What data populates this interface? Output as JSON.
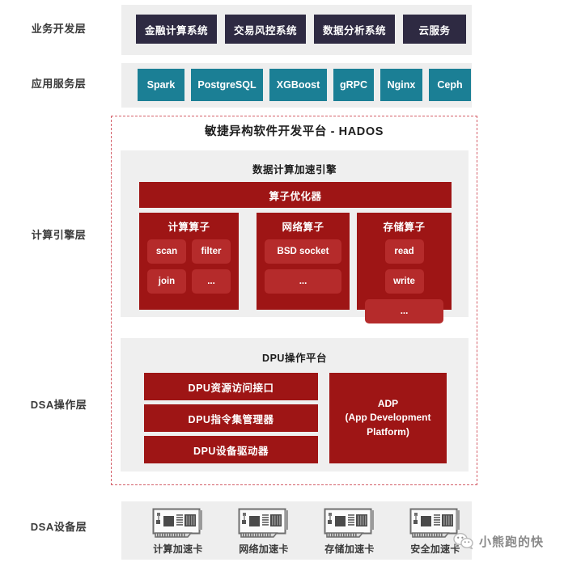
{
  "diagram": {
    "title": "敏捷异构软件开发平台 - HADOS",
    "colors": {
      "business_box": "#2e2a42",
      "app_box": "#1b7f95",
      "red_dark": "#9e1515",
      "red_chip": "#b52b2b",
      "band_grey": "#eeeeee",
      "panel_grey": "#efefef",
      "dashed_border": "#d4606a"
    },
    "layers": [
      {
        "label": "业务开发层"
      },
      {
        "label": "应用服务层"
      },
      {
        "label": "计算引擎层"
      },
      {
        "label": "DSA操作层"
      },
      {
        "label": "DSA设备层"
      }
    ],
    "business_layer": {
      "items": [
        {
          "label": "金融计算系统"
        },
        {
          "label": "交易风控系统"
        },
        {
          "label": "数据分析系统"
        },
        {
          "label": "云服务"
        }
      ]
    },
    "app_layer": {
      "items": [
        {
          "label": "Spark"
        },
        {
          "label": "PostgreSQL"
        },
        {
          "label": "XGBoost"
        },
        {
          "label": "gRPC"
        },
        {
          "label": "Nginx"
        },
        {
          "label": "Ceph"
        }
      ]
    },
    "engine_panel": {
      "title": "数据计算加速引擎",
      "optimizer_bar": "算子优化器",
      "operator_groups": [
        {
          "title": "计算算子",
          "chips": [
            "scan",
            "filter",
            "join",
            "..."
          ]
        },
        {
          "title": "网络算子",
          "chips": [
            "BSD socket",
            "..."
          ]
        },
        {
          "title": "存储算子",
          "chips": [
            "read",
            "write",
            "..."
          ]
        }
      ]
    },
    "dpu_panel": {
      "title": "DPU操作平台",
      "bars": [
        "DPU资源访问接口",
        "DPU指令集管理器",
        "DPU设备驱动器"
      ],
      "adp": {
        "line1": "ADP",
        "line2": "(App Development",
        "line3": "Platform)"
      }
    },
    "device_layer": {
      "items": [
        {
          "label": "计算加速卡",
          "icon": "accelerator-card-icon"
        },
        {
          "label": "网络加速卡",
          "icon": "accelerator-card-icon"
        },
        {
          "label": "存储加速卡",
          "icon": "accelerator-card-icon"
        },
        {
          "label": "安全加速卡",
          "icon": "accelerator-card-icon"
        }
      ]
    },
    "watermark": {
      "icon": "wechat-icon",
      "text": "小熊跑的快"
    }
  }
}
